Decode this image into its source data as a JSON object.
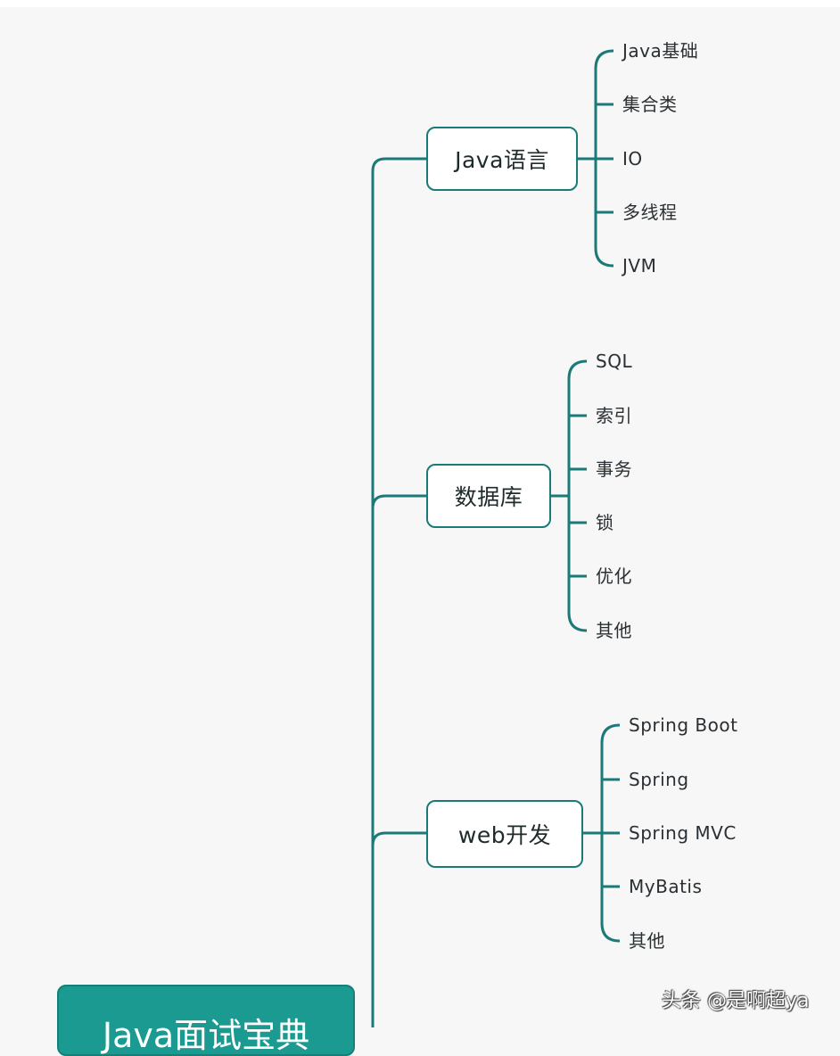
{
  "mindmap": {
    "root": {
      "label": "Java面试宝典"
    },
    "branches": [
      {
        "label": "Java语言",
        "children": [
          "Java基础",
          "集合类",
          "IO",
          "多线程",
          "JVM"
        ]
      },
      {
        "label": "数据库",
        "children": [
          "SQL",
          "索引",
          "事务",
          "锁",
          "优化",
          "其他"
        ]
      },
      {
        "label": "web开发",
        "children": [
          "Spring Boot",
          "Spring",
          "Spring MVC",
          "MyBatis",
          "其他"
        ]
      }
    ]
  },
  "watermark": "头条 @是啊超ya",
  "colors": {
    "line": "#1b7a78",
    "root_fill": "#1a9a90",
    "background": "#f6f7f6"
  }
}
